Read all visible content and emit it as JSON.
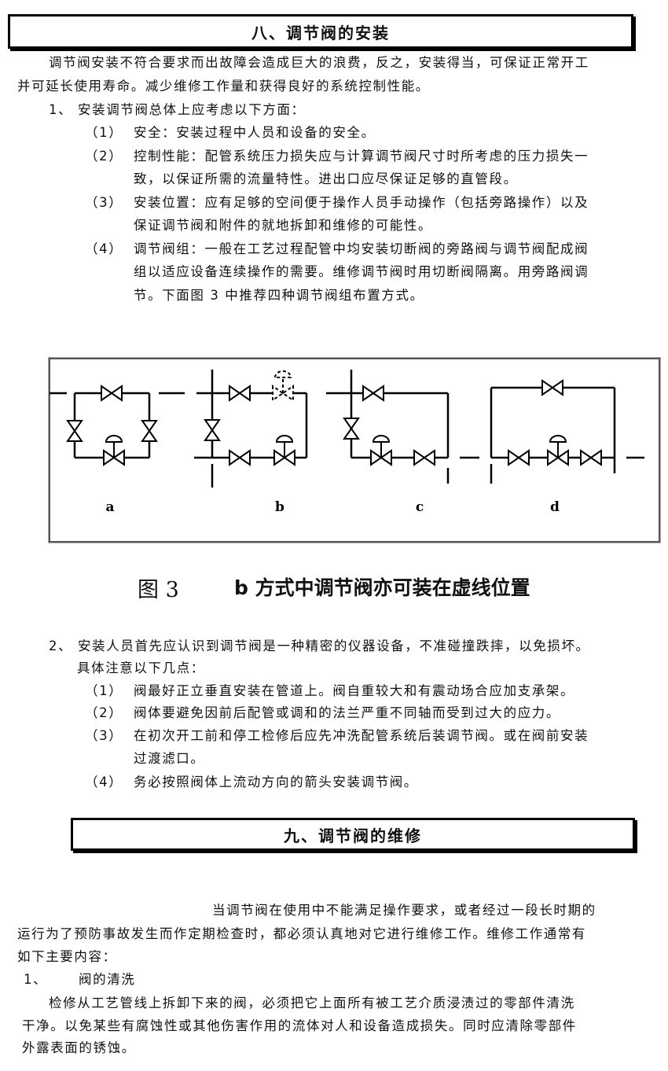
{
  "section8": {
    "title": "八、调节阀的安装",
    "intro": [
      "调节阀安装不符合要求而出故障会造成巨大的浪费，反之，安装得当，可保证正常开工",
      "并可延长使用寿命。减少维修工作量和获得良好的系统控制性能。"
    ],
    "point1": {
      "heading": "1、 安装调节阀总体上应考虑以下方面：",
      "items": [
        {
          "num": "（1）",
          "lines": [
            "安全：安装过程中人员和设备的安全。"
          ]
        },
        {
          "num": "（2）",
          "lines": [
            "控制性能：配管系统压力损失应与计算调节阀尺寸时所考虑的压力损失一",
            "致，以保证所需的流量特性。进出口应尽保证足够的直管段。"
          ]
        },
        {
          "num": "（3）",
          "lines": [
            "安装位置：应有足够的空间便于操作人员手动操作（包括旁路操作）以及",
            "保证调节阀和附件的就地拆卸和维修的可能性。"
          ]
        },
        {
          "num": "（4）",
          "lines": [
            "调节阀组：一般在工艺过程配管中均安装切断阀的旁路阀与调节阀配成阀",
            "组以适应设备连续操作的需要。维修调节阀时用切断阀隔离。用旁路阀调",
            "节。下面图 3 中推荐四种调节阀组布置方式。"
          ]
        }
      ]
    },
    "figure": {
      "labels": [
        "a",
        "b",
        "c",
        "d"
      ],
      "caption_num": "图 3",
      "caption_text": "b 方式中调节阀亦可装在虚线位置"
    },
    "point2": {
      "heading": [
        "2、 安装人员首先应认识到调节阀是一种精密的仪器设备，不准碰撞跌摔，以免损坏。",
        "具体注意以下几点："
      ],
      "items": [
        {
          "num": "（1）",
          "lines": [
            "阀最好正立垂直安装在管道上。阀自重较大和有震动场合应加支承架。"
          ]
        },
        {
          "num": "（2）",
          "lines": [
            "阀体要避免因前后配管或调和的法兰严重不同轴而受到过大的应力。"
          ]
        },
        {
          "num": "（3）",
          "lines": [
            "在初次开工前和停工检修后应先冲洗配管系统后装调节阀。或在阀前安装",
            "过渡滤口。"
          ]
        },
        {
          "num": "（4）",
          "lines": [
            "务必按照阀体上流动方向的箭头安装调节阀。"
          ]
        }
      ]
    }
  },
  "section9": {
    "title": "九、调节阀的维修",
    "intro": [
      "当调节阀在使用中不能满足操作要求，或者经过一段长时期的",
      "运行为了预防事故发生而作定期检查时，都必须认真地对它进行维修工作。维修工作通常有",
      "如下主要内容："
    ],
    "item1": {
      "num": "1、",
      "title": "阀的清洗",
      "lines": [
        "检修从工艺管线上拆卸下来的阀，必须把它上面所有被工艺介质浸渍过的零部件清洗",
        "干净。以免某些有腐蚀性或其他伤害作用的流体对人和设备造成损失。同时应清除零部件",
        "外露表面的锈蚀。"
      ]
    }
  }
}
